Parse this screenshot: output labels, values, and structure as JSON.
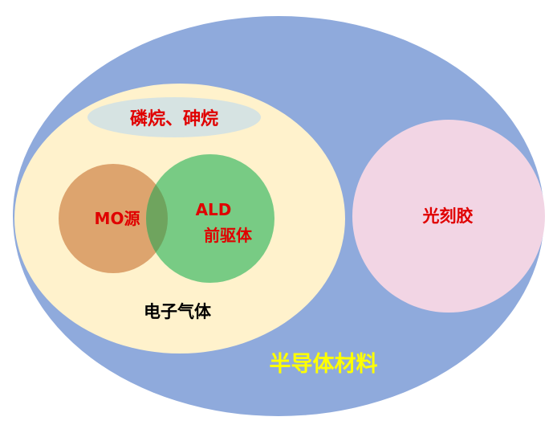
{
  "diagram": {
    "outer": {
      "label": "半导体材料",
      "fill": "#8FAADC",
      "label_color": "#FFFF00"
    },
    "electronic_gas": {
      "label": "电子气体",
      "fill": "#FFF2CC",
      "label_color": "#000000"
    },
    "phosphine": {
      "label": "磷烷、砷烷",
      "fill": "#D6E3E2",
      "label_color": "#E00000"
    },
    "mo_source": {
      "label": "MO源",
      "fill": "#DDA46E",
      "label_color": "#E00000"
    },
    "ald": {
      "label_line1": "ALD",
      "label_line2": "前驱体",
      "fill": "#78CB84",
      "label_color": "#E00000"
    },
    "overlap": {
      "fill": "#6FA45E"
    },
    "photoresist": {
      "label": "光刻胶",
      "fill": "#F2D5E4",
      "label_color": "#E00000"
    }
  }
}
